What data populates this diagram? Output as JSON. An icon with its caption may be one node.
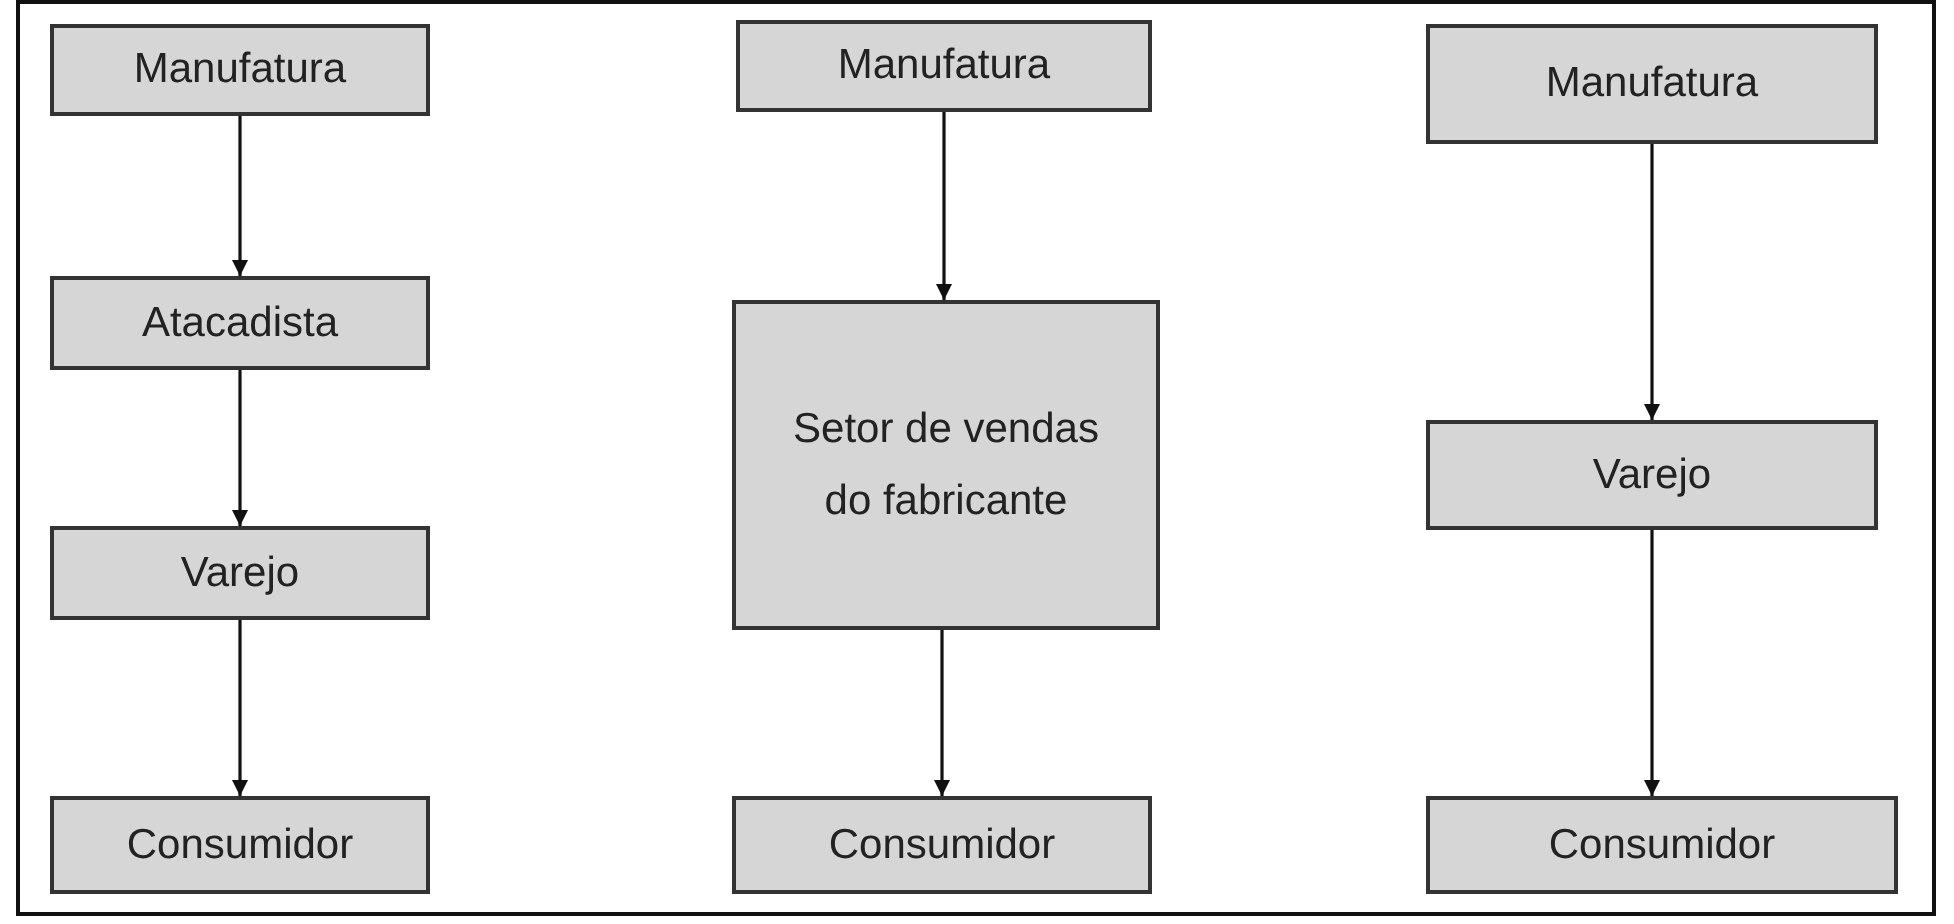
{
  "diagram": {
    "nodes": [
      {
        "text": [
          "Manufatura"
        ]
      },
      {
        "text": [
          "Atacadista"
        ]
      },
      {
        "text": [
          "Varejo"
        ]
      },
      {
        "text": [
          "Consumidor"
        ]
      },
      {
        "text": [
          "Manufatura"
        ]
      },
      {
        "text": [
          "Setor de vendas do fabricante"
        ]
      },
      {
        "text": [
          "Consumidor"
        ]
      },
      {
        "text": [
          "Manufatura"
        ]
      },
      {
        "text": [
          "Varejo"
        ]
      },
      {
        "text": [
          "Consumidor"
        ]
      }
    ],
    "edges": [
      {
        "from": 0,
        "to": 1,
        "arrow": "to"
      },
      {
        "from": 1,
        "to": 2,
        "arrow": "to"
      },
      {
        "from": 2,
        "to": 3,
        "arrow": "to"
      },
      {
        "from": 4,
        "to": 5,
        "arrow": "to"
      },
      {
        "from": 5,
        "to": 6,
        "arrow": "to"
      },
      {
        "from": 7,
        "to": 8,
        "arrow": "to"
      },
      {
        "from": 8,
        "to": 9,
        "arrow": "to"
      }
    ]
  }
}
